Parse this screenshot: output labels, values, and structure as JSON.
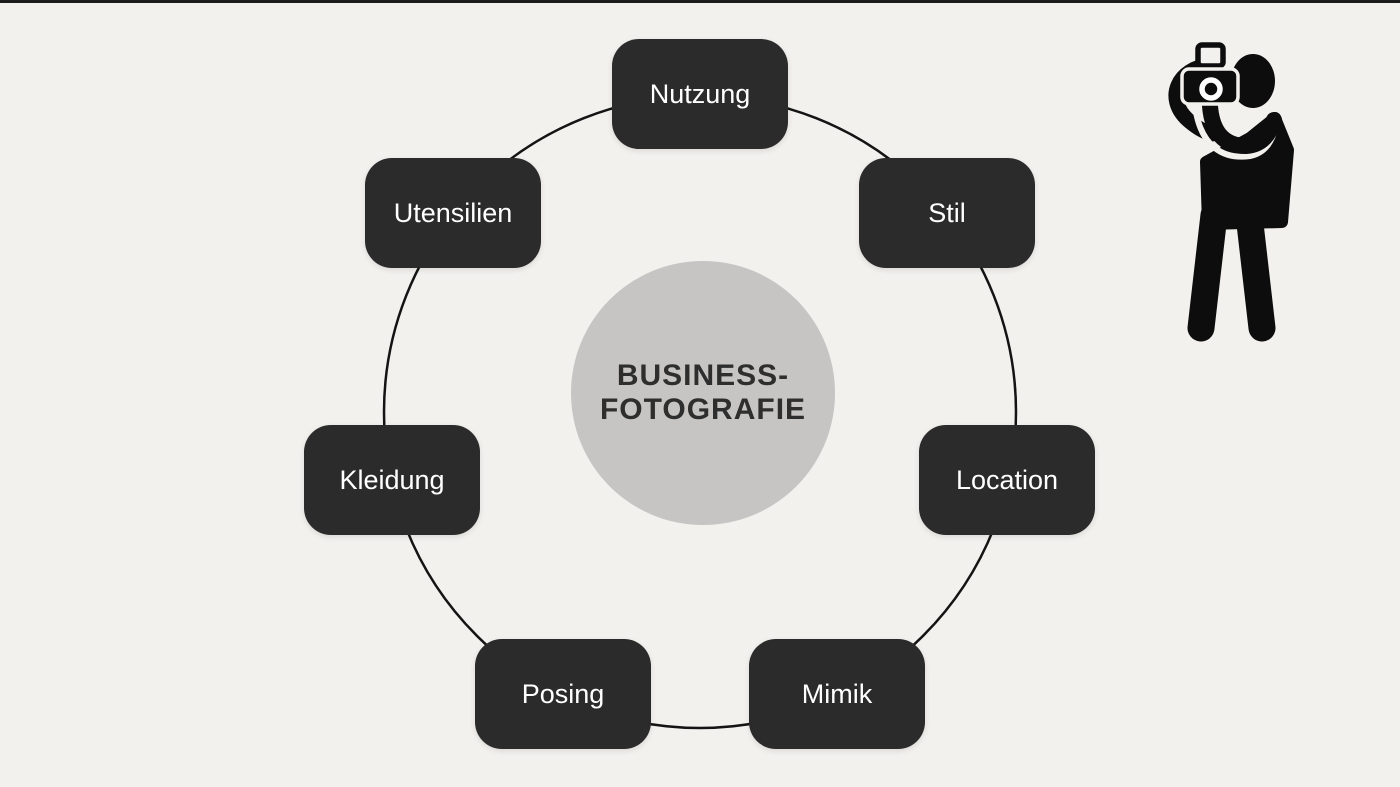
{
  "page": {
    "background_color": "#F3F1EE",
    "top_edge_bar_color": "#1C1C1C"
  },
  "diagram": {
    "type": "circular-cycle",
    "center_circle": {
      "line1": "BUSINESS-",
      "line2": "FOTOGRAFIE",
      "fill": "#C6C5C3",
      "text_color": "#2E2E2E"
    },
    "ring": {
      "stroke_color": "#141414"
    },
    "node_style": {
      "bg": "#2B2B2B",
      "text_color": "#FFFFFF"
    },
    "nodes": [
      {
        "id": "nutzung",
        "label": "Nutzung",
        "position": "top"
      },
      {
        "id": "stil",
        "label": "Stil",
        "position": "upper-right"
      },
      {
        "id": "location",
        "label": "Location",
        "position": "right"
      },
      {
        "id": "mimik",
        "label": "Mimik",
        "position": "lower-right"
      },
      {
        "id": "posing",
        "label": "Posing",
        "position": "lower-left"
      },
      {
        "id": "kleidung",
        "label": "Kleidung",
        "position": "left"
      },
      {
        "id": "utensilien",
        "label": "Utensilien",
        "position": "upper-left"
      }
    ]
  },
  "decoration": {
    "photographer_icon": {
      "name": "photographer-with-camera",
      "color": "#0D0D0D"
    }
  }
}
